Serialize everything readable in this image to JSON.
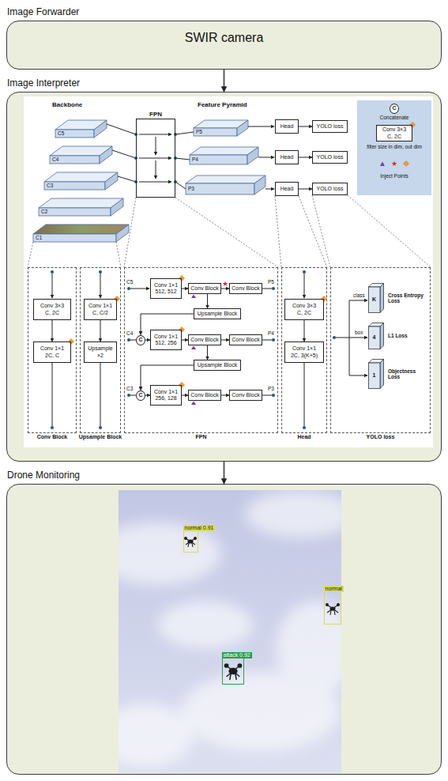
{
  "diagram": {
    "nodes": [
      {
        "text": [
          "Image Forwarder",
          "SWIR camera"
        ]
      },
      {
        "text": [
          "Image Interpreter"
        ]
      },
      {
        "text": [
          "FPN"
        ],
        "in": 1
      },
      {
        "text": [
          "Head"
        ],
        "in": 1
      },
      {
        "text": [
          "Head"
        ],
        "in": 1
      },
      {
        "text": [
          "Head"
        ],
        "in": 1
      },
      {
        "text": [
          "YOLO loss"
        ],
        "in": 1
      },
      {
        "text": [
          "YOLO loss"
        ],
        "in": 1
      },
      {
        "text": [
          "YOLO loss"
        ],
        "in": 1
      },
      {
        "text": [
          "Concatenate",
          "filter size in dim, out dim",
          "Inject Points"
        ],
        "in": 1
      },
      {
        "text": [
          "C"
        ],
        "in": 9
      },
      {
        "text": [
          "Conv 3×3",
          "C, 2C"
        ],
        "in": 9
      },
      {
        "text": [
          "Conv Block"
        ],
        "in": 1
      },
      {
        "text": [
          "Conv 3×3",
          "C, 2C"
        ],
        "in": 12
      },
      {
        "text": [
          "Conv 1×1",
          "2C, C"
        ],
        "in": 12
      },
      {
        "text": [
          "Upsample Block"
        ],
        "in": 1
      },
      {
        "text": [
          "Conv 1×1",
          "C, C/2"
        ],
        "in": 15
      },
      {
        "text": [
          "Upsample",
          "×2"
        ],
        "in": 15
      },
      {
        "text": [
          "FPN"
        ],
        "in": 1
      },
      {
        "text": [
          "Conv 1×1",
          "512, 512"
        ],
        "in": 18
      },
      {
        "text": [
          "Conv Block"
        ],
        "in": 18
      },
      {
        "text": [
          "Conv Block"
        ],
        "in": 18
      },
      {
        "text": [
          "Upsample Block"
        ],
        "in": 18
      },
      {
        "text": [
          "C"
        ],
        "in": 18
      },
      {
        "text": [
          "Conv 1×1",
          "512, 256"
        ],
        "in": 18
      },
      {
        "text": [
          "Conv Block"
        ],
        "in": 18
      },
      {
        "text": [
          "Conv Block"
        ],
        "in": 18
      },
      {
        "text": [
          "Upsample Block"
        ],
        "in": 18
      },
      {
        "text": [
          "C"
        ],
        "in": 18
      },
      {
        "text": [
          "Conv 1×1",
          "256, 128"
        ],
        "in": 18
      },
      {
        "text": [
          "Conv Block"
        ],
        "in": 18
      },
      {
        "text": [
          "Conv Block"
        ],
        "in": 18
      },
      {
        "text": [
          "Head"
        ],
        "in": 1
      },
      {
        "text": [
          "Conv 3×3",
          "C, 2C"
        ],
        "in": 32
      },
      {
        "text": [
          "Conv 1×1",
          "2C, 3(K+5)"
        ],
        "in": 32
      },
      {
        "text": [
          "YOLO loss"
        ],
        "in": 1
      },
      {
        "text": [
          "K",
          "Cross Entropy Loss"
        ],
        "in": 35
      },
      {
        "text": [
          "4",
          "L1 Loss"
        ],
        "in": 35
      },
      {
        "text": [
          "1",
          "Objectness Loss"
        ],
        "in": 35
      },
      {
        "text": [
          "Drone Monitoring"
        ]
      },
      {
        "text": [
          "normal 0.91"
        ],
        "in": 39
      },
      {
        "text": [
          "normal"
        ],
        "in": 39
      },
      {
        "text": [
          "attack 0.92"
        ],
        "in": 39
      }
    ],
    "edges": [
      {
        "from": 0,
        "to": 1,
        "arrow": "to"
      },
      {
        "from": 1,
        "to": 39,
        "arrow": "to"
      },
      {
        "from": 3,
        "to": 6,
        "arrow": "to"
      },
      {
        "from": 4,
        "to": 7,
        "arrow": "to"
      },
      {
        "from": 5,
        "to": 8,
        "arrow": "to"
      },
      {
        "from": 13,
        "to": 14,
        "arrow": "to"
      },
      {
        "from": 16,
        "to": 17,
        "arrow": "to"
      },
      {
        "from": 19,
        "to": 20,
        "arrow": "to"
      },
      {
        "from": 20,
        "to": 21,
        "arrow": "to"
      },
      {
        "from": 20,
        "to": 22,
        "arrow": "to"
      },
      {
        "from": 22,
        "to": 23,
        "arrow": "to"
      },
      {
        "from": 23,
        "to": 24,
        "arrow": "to"
      },
      {
        "from": 24,
        "to": 25,
        "arrow": "to"
      },
      {
        "from": 25,
        "to": 26,
        "arrow": "to"
      },
      {
        "from": 25,
        "to": 27,
        "arrow": "to"
      },
      {
        "from": 27,
        "to": 28,
        "arrow": "to"
      },
      {
        "from": 28,
        "to": 29,
        "arrow": "to"
      },
      {
        "from": 29,
        "to": 30,
        "arrow": "to"
      },
      {
        "from": 30,
        "to": 31,
        "arrow": "to"
      },
      {
        "from": 33,
        "to": 34,
        "arrow": "to"
      }
    ],
    "labels": [
      "Backbone",
      "C5",
      "C4",
      "C3",
      "C2",
      "C1",
      "Feature Pyramid",
      "P5",
      "P4",
      "P3",
      "C5",
      "P5",
      "C4",
      "P4",
      "C3",
      "P3",
      "class",
      "box"
    ]
  }
}
